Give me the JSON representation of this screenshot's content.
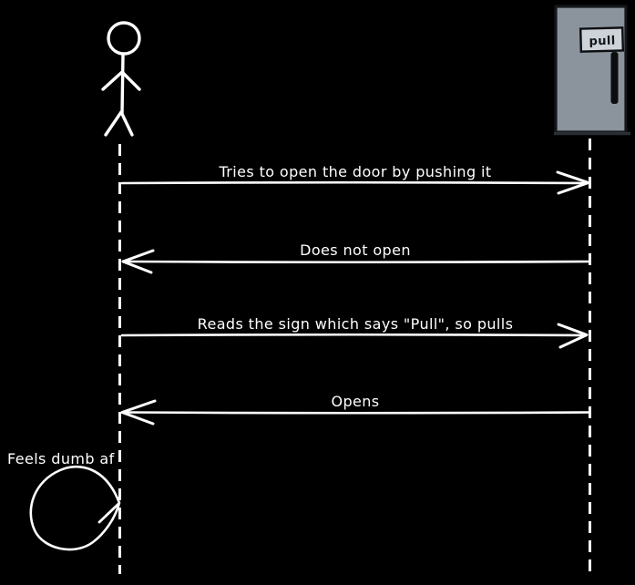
{
  "diagram": {
    "type": "sequence-diagram",
    "background_color": "#000000",
    "stroke_color": "#ffffff",
    "actors": {
      "person": {
        "kind": "stick-figure"
      },
      "door": {
        "kind": "door",
        "sign_label": "pull",
        "body_color": "#8b939d",
        "sign_color": "#ced3da",
        "handle_color": "#0b0d0f",
        "outline_color": "#14161a"
      }
    },
    "messages": [
      {
        "text": "Tries to open the door by pushing it",
        "from": "person",
        "to": "door",
        "direction": "right"
      },
      {
        "text": "Does not open",
        "from": "door",
        "to": "person",
        "direction": "left"
      },
      {
        "text": "Reads the sign which says \"Pull\", so pulls",
        "from": "person",
        "to": "door",
        "direction": "right"
      },
      {
        "text": "Opens",
        "from": "door",
        "to": "person",
        "direction": "left"
      },
      {
        "text": "Feels dumb af",
        "from": "person",
        "to": "person",
        "direction": "self"
      }
    ]
  }
}
